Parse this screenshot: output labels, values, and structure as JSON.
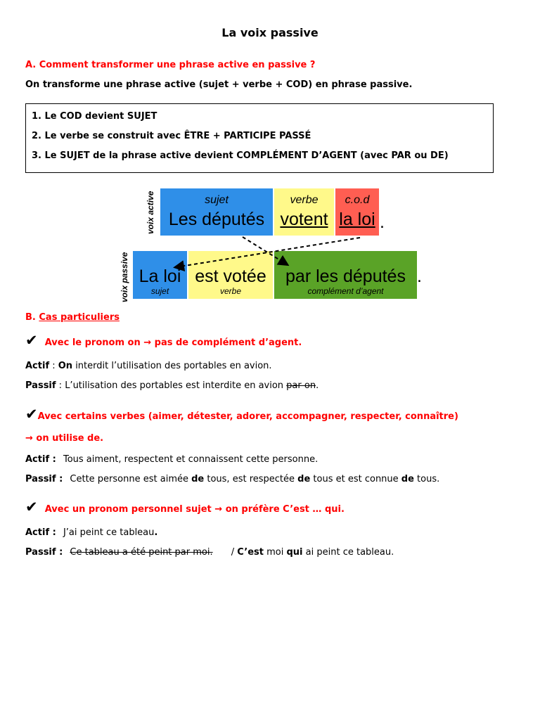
{
  "title": "La voix passive",
  "sectionA": {
    "heading": "A. Comment transformer une phrase active en passive ?",
    "intro": "On transforme une phrase active (sujet + verbe + COD) en phrase passive."
  },
  "rules": [
    "1. Le COD devient SUJET",
    "2. Le verbe se construit avec ÊTRE   + PARTICIPE PASSÉ",
    "3. Le SUJET de la phrase active devient COMPLÉMENT D’AGENT (avec PAR ou DE)"
  ],
  "diagram": {
    "active_label": "voix active",
    "passive_label": "voix passive",
    "active": {
      "sujet_label": "sujet",
      "sujet_text": "Les députés",
      "verbe_label": "verbe",
      "verbe_text": "votent",
      "cod_label": "c.o.d",
      "cod_text": "la loi",
      "end": "."
    },
    "passive": {
      "sujet_text": "La loi",
      "sujet_label": "sujet",
      "verbe_text": "est votée",
      "verbe_label": "verbe",
      "agent_text": "par les députés",
      "agent_label": "complément d’agent",
      "end": "."
    },
    "colors": {
      "blue": "#2f8fe8",
      "yellow": "#fff98a",
      "red": "#ff5e52",
      "green": "#5aa327"
    }
  },
  "sectionB": {
    "prefix": "B.",
    "heading": "Cas particuliers",
    "check": "✔",
    "case1": {
      "heading": "Avec le pronom on → pas de complément d’agent.",
      "actif_label": "Actif",
      "actif_sep": " : ",
      "actif_bold": "On",
      "actif_rest": " interdit l’utilisation des portables en avion.",
      "passif_label": "Passif",
      "passif_text": " : L’utilisation des portables est interdite en avion ",
      "passif_strike": "par on",
      "passif_end": "."
    },
    "case2": {
      "heading": "Avec certains verbes (aimer, détester, adorer, accompagner, respecter, connaître)",
      "heading2": "→ on utilise de.",
      "actif_label": "Actif :",
      "actif_text": "Tous aiment, respectent et connaissent cette personne.",
      "passif_label": "Passif :",
      "p1": "Cette personne est aimée ",
      "de1": "de",
      "p2": " tous, est respectée ",
      "de2": "de",
      "p3": " tous et est connue ",
      "de3": "de",
      "p4": " tous."
    },
    "case3": {
      "heading": "Avec un pronom personnel sujet → on préfère C’est … qui.",
      "actif_label": "Actif :",
      "actif_text": "J’ai peint ce tableau",
      "actif_end": ".",
      "passif_label": "Passif :",
      "passif_strike": "Ce tableau a été peint par moi.",
      "slash": "/ ",
      "cest": "C’est",
      "moi": " moi ",
      "qui": "qui",
      "rest": " ai peint ce tableau."
    }
  }
}
